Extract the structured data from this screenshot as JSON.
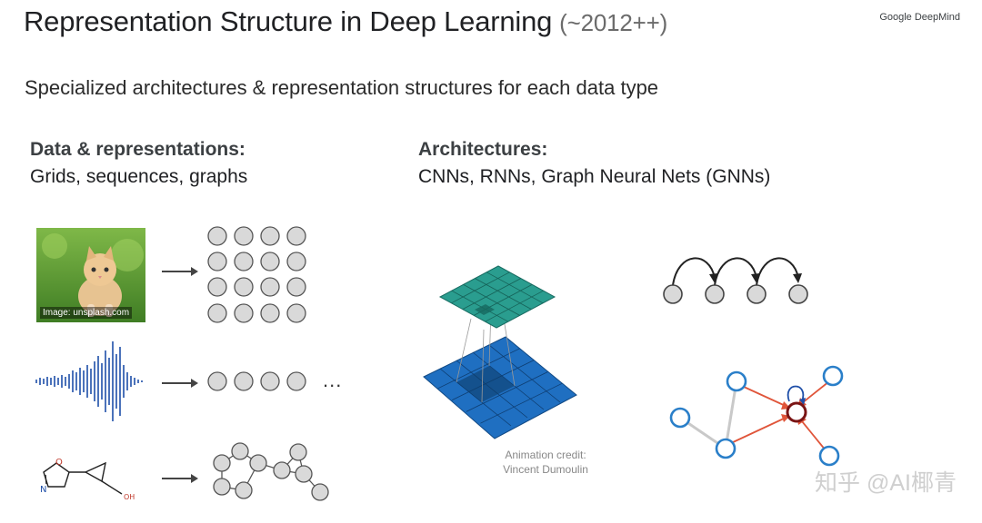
{
  "slide": {
    "title": "Representation Structure in Deep Learning",
    "title_suffix": "(~2012++)",
    "brand": "Google DeepMind",
    "subtitle": "Specialized architectures & representation structures for each data type"
  },
  "left_column": {
    "heading": "Data & representations:",
    "subheading": "Grids, sequences, graphs",
    "image_caption": "Image: unsplash.com",
    "ellipsis": "..."
  },
  "right_column": {
    "heading": "Architectures:",
    "subheading": "CNNs, RNNs, Graph Neural Nets (GNNs)",
    "credit_line1": "Animation credit:",
    "credit_line2": "Vincent Dumoulin"
  },
  "molecule": {
    "label": "OH"
  },
  "watermark": "知乎 @AI椰青",
  "colors": {
    "node_fill": "#d9d9d9",
    "node_stroke": "#555555",
    "grid_top": "#2a9d8f",
    "grid_bottom": "#1f6fc1",
    "gnn_node": "#2a7fc9",
    "gnn_center": "#8b1a1a",
    "gnn_edge": "#e0553a"
  }
}
